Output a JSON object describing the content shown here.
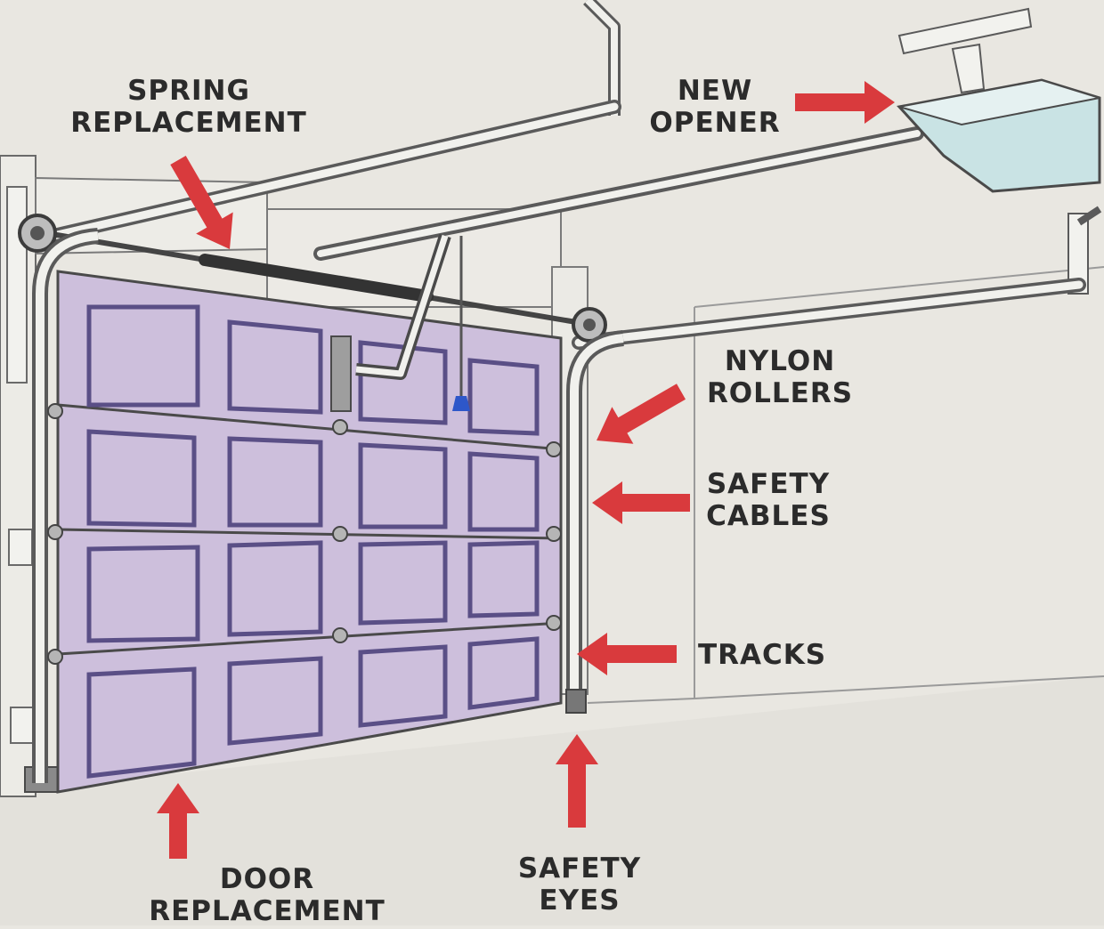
{
  "callouts": {
    "spring": {
      "line1": "SPRING",
      "line2": "REPLACEMENT"
    },
    "opener": {
      "line1": "NEW",
      "line2": "OPENER"
    },
    "rollers": {
      "line1": "NYLON",
      "line2": "ROLLERS"
    },
    "cables": {
      "line1": "SAFETY",
      "line2": "CABLES"
    },
    "tracks": {
      "line1": "TRACKS"
    },
    "door": {
      "line1": "DOOR",
      "line2": "REPLACEMENT"
    },
    "eyes": {
      "line1": "SAFETY",
      "line2": "EYES"
    }
  },
  "colors": {
    "arrow": "#d93a3d",
    "door_panel": "#cdbfdc",
    "panel_border": "#5a4f86",
    "opener_body": "#c9e3e4",
    "line": "#4a4a4a"
  }
}
